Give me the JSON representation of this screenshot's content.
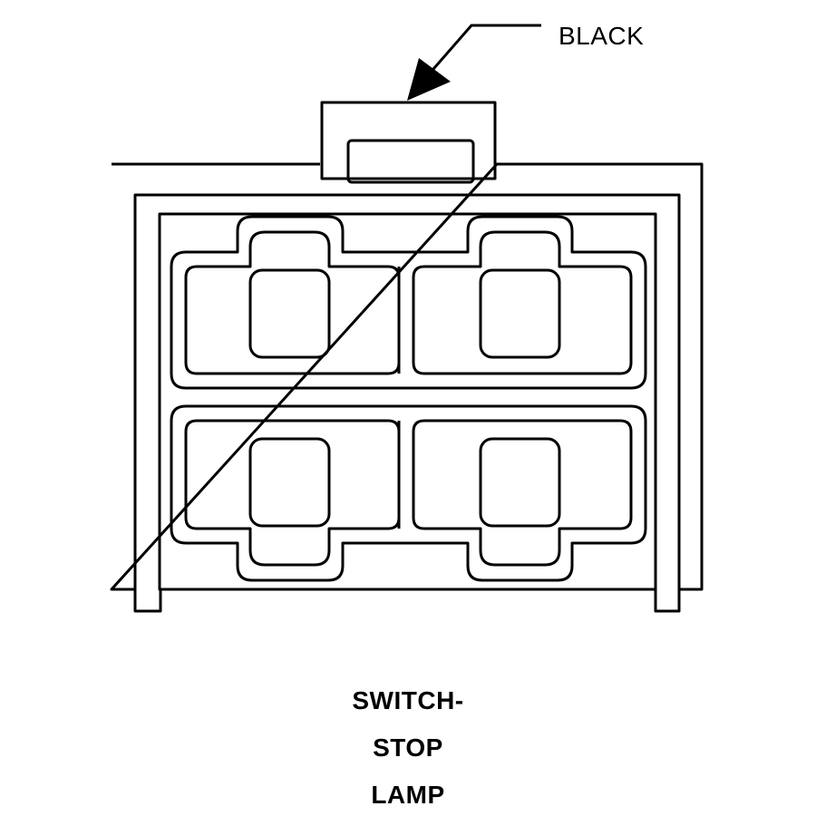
{
  "callout": {
    "label": "BLACK"
  },
  "caption": {
    "lines": [
      "SWITCH-",
      "STOP",
      "LAMP"
    ]
  },
  "colors": {
    "line": "#000000",
    "background": "#ffffff"
  },
  "connector": {
    "cavity_count": 4,
    "rows": 2,
    "columns": 2
  }
}
